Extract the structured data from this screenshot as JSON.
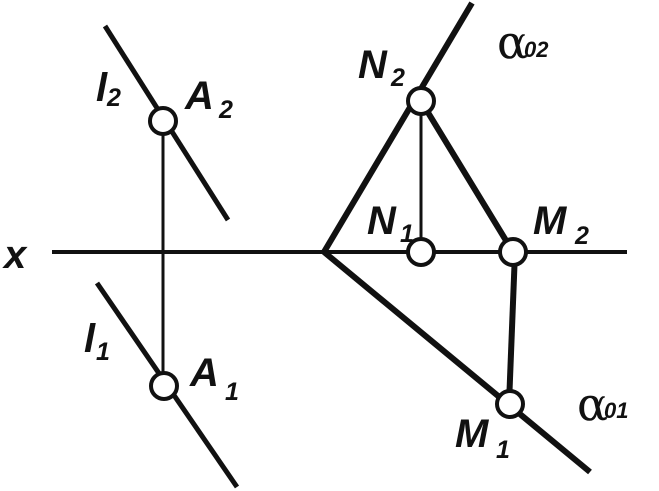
{
  "labels": {
    "x_axis": "x",
    "l2_main": "l",
    "l2_sub": "2",
    "l1_main": "l",
    "l1_sub": "1",
    "a2_main": "A",
    "a2_sub": "2",
    "a1_main": "A",
    "a1_sub": "1",
    "n2_main": "N",
    "n2_sub": "2",
    "n1_main": "N",
    "n1_sub": "1",
    "m2_main": "M",
    "m2_sub": "2",
    "m1_main": "M",
    "m1_sub": "1",
    "alpha02_main": "α",
    "alpha02_sub": "02",
    "alpha01_main": "α",
    "alpha01_sub": "01"
  },
  "colors": {
    "ink": "#111111",
    "point_fill": "#ffffff"
  }
}
